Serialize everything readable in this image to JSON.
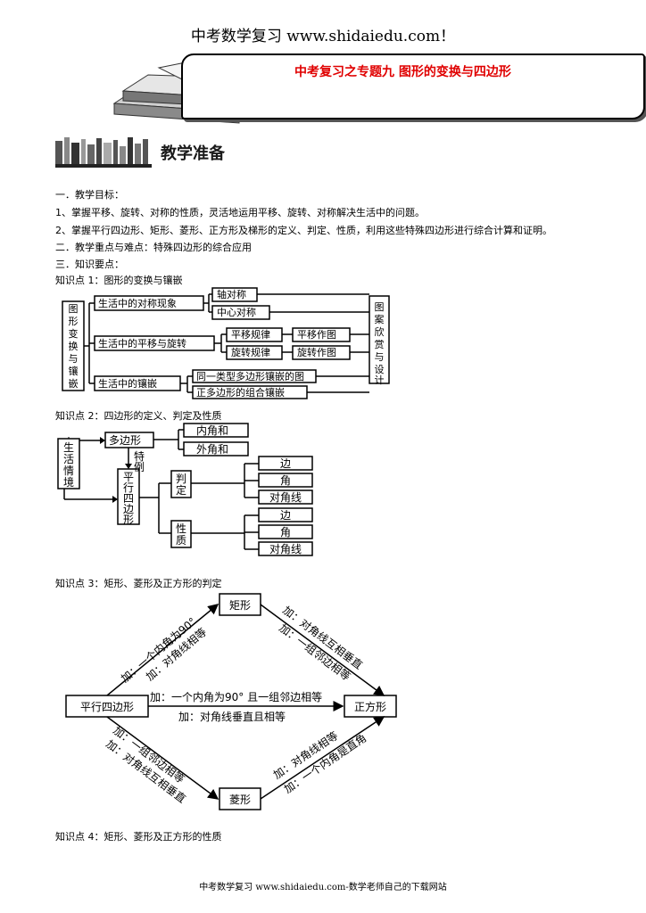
{
  "header": {
    "site_text": "中考数学复习 www.shidaiedu.com！"
  },
  "banner": {
    "title": "中考复习之专题九  图形的变换与四边形"
  },
  "section": {
    "title": "教学准备"
  },
  "body_lines": [
    "一．教学目标：",
    "1、掌握平移、旋转、对称的性质，灵活地运用平移、旋转、对称解决生活中的问题。",
    "2、掌握平行四边形、矩形、菱形、正方形及梯形的定义、判定、性质，利用这些特殊四边形进行综合计算和证明。",
    "二．教学重点与难点：特殊四边形的综合应用",
    "三．知识要点：",
    "知识点 1：图形的变换与镶嵌"
  ],
  "kp1": {
    "left_label": [
      "图",
      "形",
      "变",
      "换",
      "与",
      "镶",
      "嵌"
    ],
    "right_label": [
      "图",
      "案",
      "欣",
      "赏",
      "与",
      "设",
      "计"
    ],
    "b1": "生活中的对称现象",
    "b1a": "轴对称",
    "b1b": "中心对称",
    "b2": "生活中的平移与旋转",
    "b2a": "平移规律",
    "b2a2": "平移作图",
    "b2b": "旋转规律",
    "b2b2": "旋转作图",
    "b3": "生活中的镶嵌",
    "b3a": "同一类型多边形镶嵌的图",
    "b3b": "正多边形的组合镶嵌"
  },
  "kp2": {
    "caption": "知识点 2：四边形的定义、判定及性质",
    "scene": [
      "生",
      "活",
      "情",
      "境"
    ],
    "polygon": "多边形",
    "interior": "内角和",
    "exterior": "外角和",
    "special": [
      "特",
      "例"
    ],
    "parallelogram": [
      "平",
      "行",
      "四",
      "边",
      "形"
    ],
    "judge": [
      "判",
      "定"
    ],
    "prop": [
      "性",
      "质"
    ],
    "side": "边",
    "angle": "角",
    "diag": "对角线"
  },
  "kp3": {
    "caption": "知识点 3：矩形、菱形及正方形的判定",
    "parallelogram": "平行四边形",
    "rectangle": "矩形",
    "square": "正方形",
    "rhombus": "菱形",
    "p_r1": "加：一个内角为90°",
    "p_r2": "加：对角线相等",
    "r_s1": "加：对角线互相垂直",
    "r_s2": "加：一组邻边相等",
    "p_s1": "加：一个内角为90° 且一组邻边相等",
    "p_s2": "加：对角线垂直且相等",
    "p_h1": "加：一组邻边相等",
    "p_h2": "加：对角线互相垂直",
    "h_s1": "加：对角线相等",
    "h_s2": "加：一个内角是直角"
  },
  "kp4": {
    "caption": "知识点 4：矩形、菱形及正方形的性质"
  },
  "footer": {
    "text": "中考数学复习 www.shidaiedu.com-数学老师自己的下载网站"
  }
}
